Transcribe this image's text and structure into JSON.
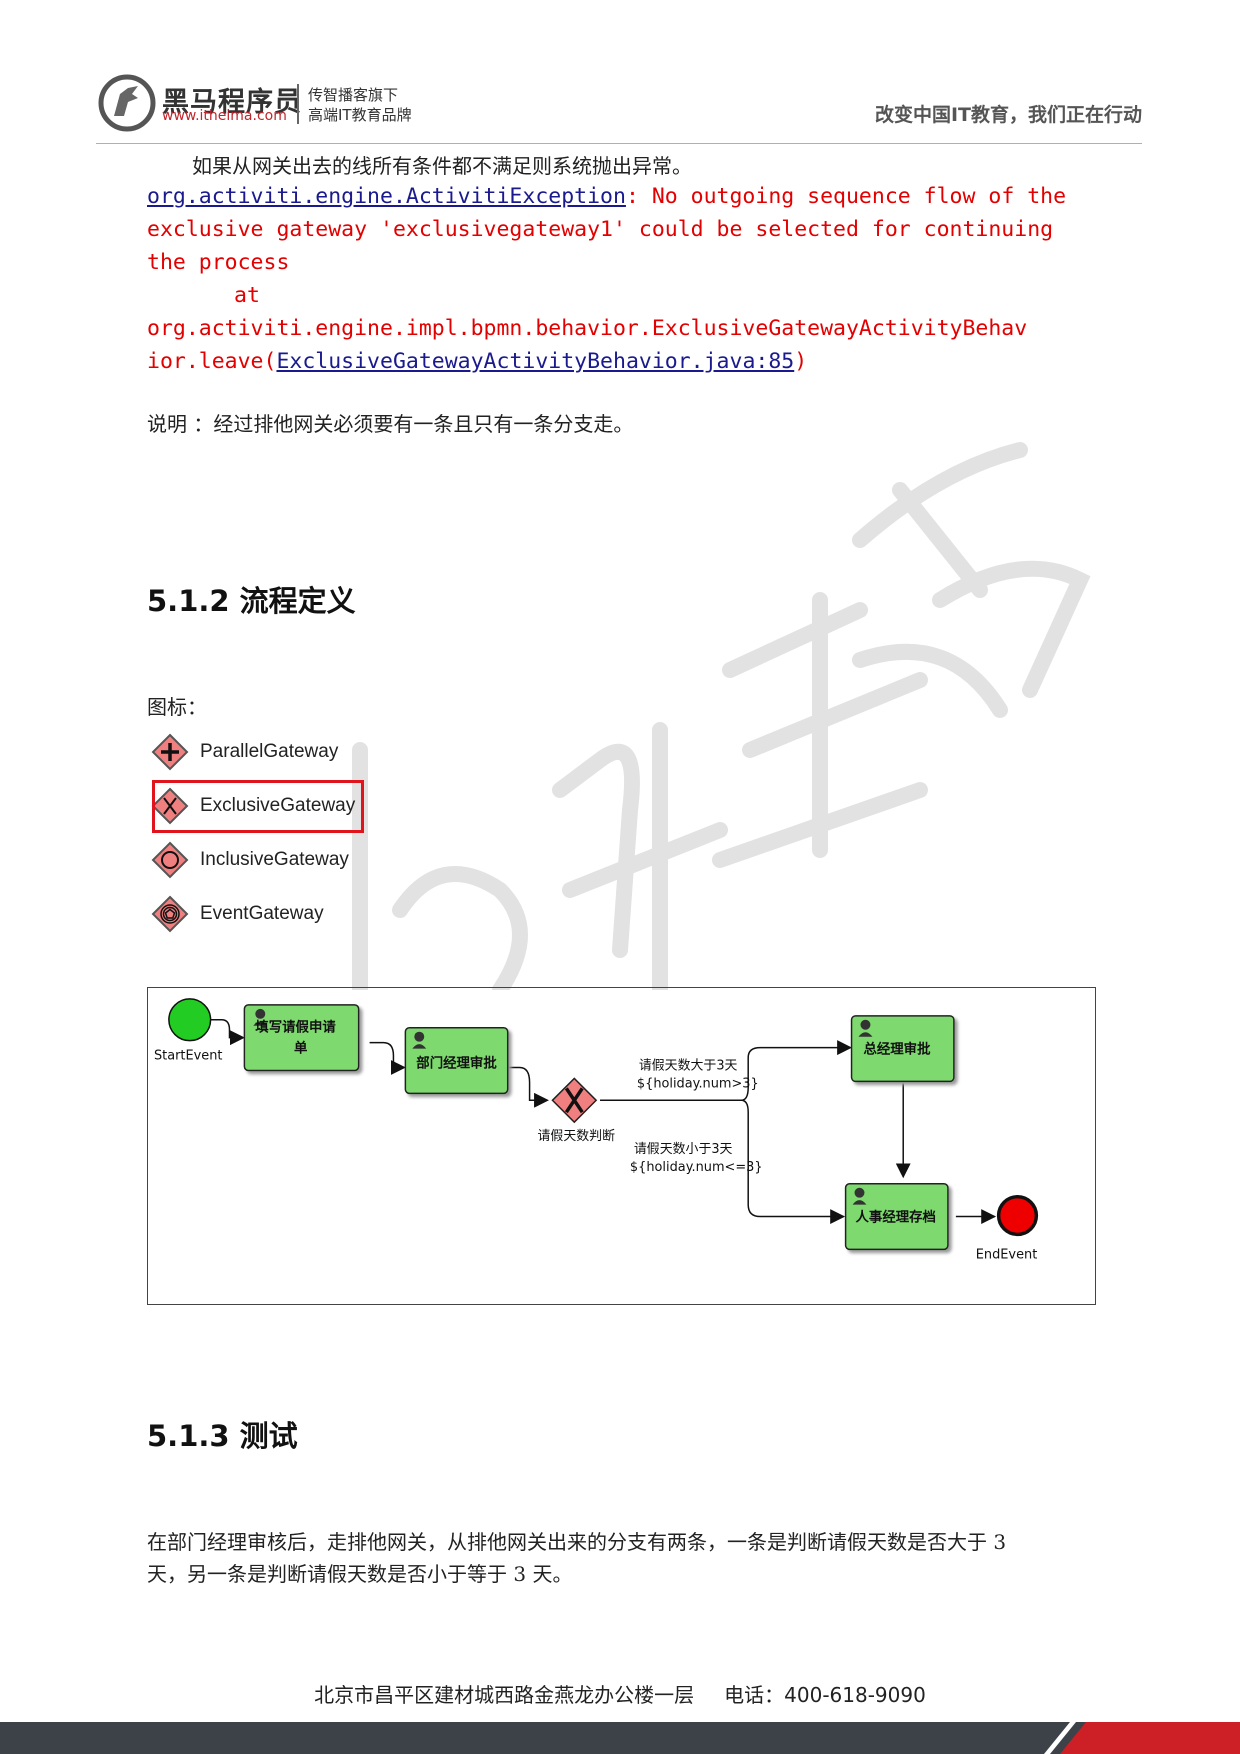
{
  "header": {
    "brand_cn": "黑马程序员",
    "brand_url": "www.itheima.com",
    "tagline_1": "传智播客旗下",
    "tagline_2": "高端IT教育品牌",
    "slogan": "改变中国IT教育，我们正在行动"
  },
  "watermark_text": "传智播客",
  "intro": {
    "text": "如果从网关出去的线所有条件都不满足则系统抛出异常。"
  },
  "exception": {
    "class_link": "org.activiti.engine.ActivitiException",
    "message_1": ": No outgoing sequence flow of the",
    "message_2": "exclusive gateway 'exclusivegateway1' could be selected for continuing",
    "message_3": "the process",
    "at": "at",
    "stack_1": "org.activiti.engine.impl.bpmn.behavior.ExclusiveGatewayActivityBehav",
    "stack_2_prefix": "ior.leave(",
    "stack_2_link": "ExclusiveGatewayActivityBehavior.java:85",
    "stack_2_suffix": ")"
  },
  "note": "说明 ：经过排他网关必须要有一条且只有一条分支走。",
  "section_512": {
    "title": "5.1.2 流程定义"
  },
  "icons_label": "图标：",
  "legend": [
    {
      "icon": "parallel-gateway-icon",
      "label": "ParallelGateway"
    },
    {
      "icon": "exclusive-gateway-icon",
      "label": "ExclusiveGateway"
    },
    {
      "icon": "inclusive-gateway-icon",
      "label": "InclusiveGateway"
    },
    {
      "icon": "event-gateway-icon",
      "label": "EventGateway"
    }
  ],
  "diagram": {
    "start_event": "StartEvent",
    "end_event": "EndEvent",
    "task_fill_line1": "填写请假申请",
    "task_fill_line2": "单",
    "task_dept": "部门经理审批",
    "task_gm": "总经理审批",
    "task_hr": "人事经理存档",
    "gateway": "请假天数判断",
    "flow_gt_line1": "请假天数大于3天",
    "flow_gt_line2": "${holiday.num>3}",
    "flow_le_line1": "请假天数小于3天",
    "flow_le_line2": "${holiday.num<=3}",
    "colors": {
      "task": "#7ed96e",
      "start": "#22cc22",
      "end": "#ee0000",
      "gateway": "#f08080"
    }
  },
  "section_513": {
    "title": "5.1.3 测试"
  },
  "test_para_1": "在部门经理审核后，走排他网关，从排他网关出来的分支有两条，一条是判断请假天数是否大于 3",
  "test_para_2": "天，另一条是判断请假天数是否小于等于 3 天。",
  "footer": {
    "address": "北京市昌平区建材城西路金燕龙办公楼一层",
    "phone": "电话：400-618-9090"
  }
}
